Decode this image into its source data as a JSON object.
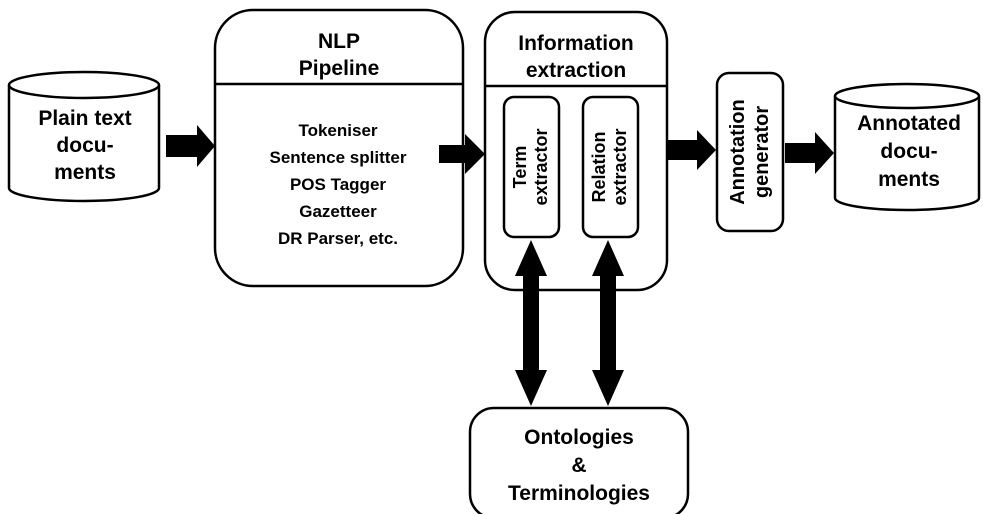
{
  "colors": {
    "stroke": "#000000",
    "fill": "#ffffff",
    "arrow": "#000000"
  },
  "nodes": {
    "plain_text": {
      "lines": [
        "Plain text",
        "docu-",
        "ments"
      ]
    },
    "nlp": {
      "title_lines": [
        "NLP",
        "Pipeline"
      ],
      "items": [
        "Tokeniser",
        "Sentence splitter",
        "POS Tagger",
        "Gazetteer",
        "DR Parser, etc."
      ]
    },
    "ie": {
      "title_lines": [
        "Information",
        "extraction"
      ],
      "term_extractor": [
        "Term",
        "extractor"
      ],
      "relation_extractor": [
        "Relation",
        "extractor"
      ]
    },
    "annotation_generator": [
      "Annotation",
      "generator"
    ],
    "annotated_docs": {
      "lines": [
        "Annotated",
        "docu-",
        "ments"
      ]
    },
    "ontologies": {
      "lines": [
        "Ontologies",
        "&",
        "Terminologies"
      ]
    }
  }
}
